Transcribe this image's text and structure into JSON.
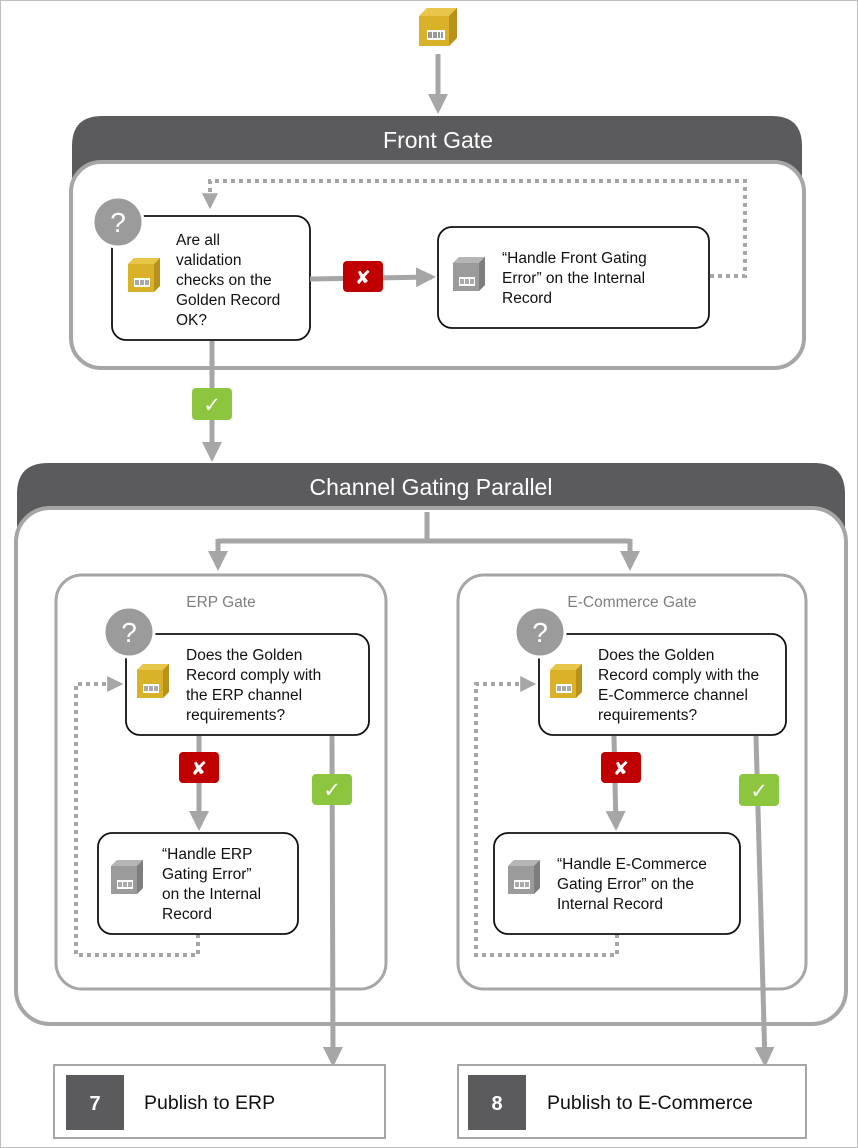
{
  "front_gate": {
    "title": "Front Gate",
    "question_lines": [
      "Are all",
      "validation",
      "checks on the",
      "Golden Record",
      "OK?"
    ],
    "error_task_lines": [
      "“Handle Front Gating",
      "Error” on the Internal",
      "Record"
    ]
  },
  "channel_gating": {
    "title": "Channel Gating Parallel",
    "erp_gate": {
      "title": "ERP Gate",
      "question_lines": [
        "Does the Golden",
        "Record comply with",
        "the ERP channel",
        "requirements?"
      ],
      "error_task_lines": [
        "“Handle ERP",
        "Gating Error”",
        "on the Internal",
        "Record"
      ]
    },
    "ecommerce_gate": {
      "title": "E-Commerce Gate",
      "question_lines": [
        "Does the Golden",
        "Record comply with the",
        "E-Commerce channel",
        "requirements?"
      ],
      "error_task_lines": [
        "“Handle E-Commerce",
        "Gating Error” on the",
        "Internal Record"
      ]
    }
  },
  "publish": [
    {
      "number": "7",
      "label": "Publish to ERP"
    },
    {
      "number": "8",
      "label": "Publish to E-Commerce"
    }
  ],
  "glyphs": {
    "question": "?",
    "fail": "✘",
    "pass": "✓"
  },
  "colors": {
    "header_dark": "#5b5b5e",
    "container_border": "#a6a6a6",
    "arrow_gray": "#a6a6a6",
    "record_gold": "#d9b22a",
    "record_gray": "#9b9b9b",
    "fail_red": "#c00000",
    "pass_green": "#8cc63f"
  },
  "icons": [
    "golden-record-icon",
    "internal-record-icon",
    "question-icon",
    "fail-icon",
    "pass-icon"
  ]
}
